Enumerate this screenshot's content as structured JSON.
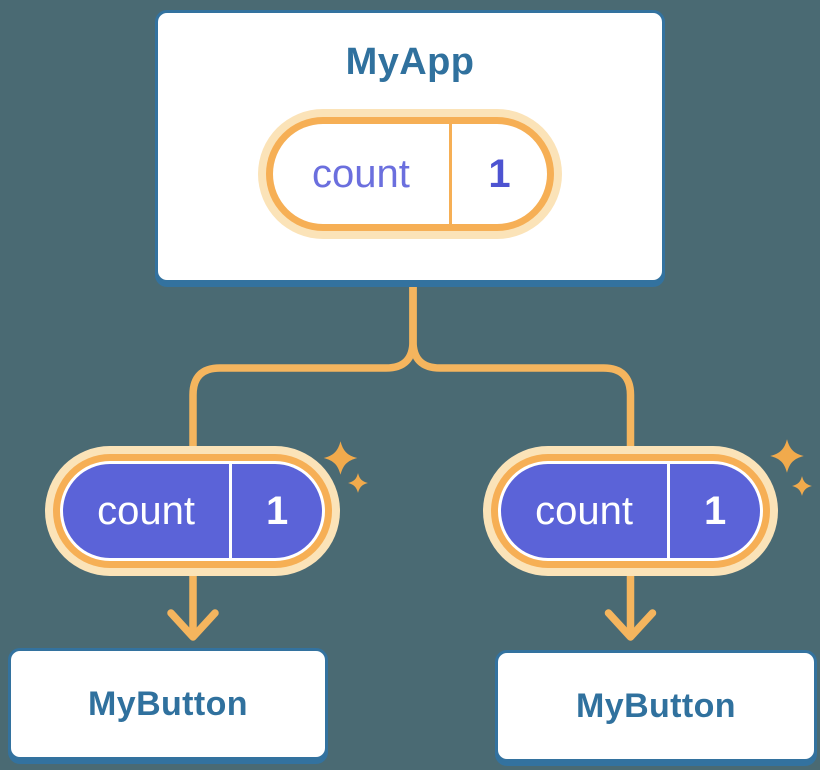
{
  "colors": {
    "background": "#4A6A73",
    "card_fill": "#FFFFFF",
    "card_border_blue": "#33729F",
    "card_text_blue": "#30719E",
    "connector_orange": "#F5B55E",
    "pill_ring_orange": "#F6AF55",
    "pill_halo_cream": "#FBE3B8",
    "sparkle_orange": "#F1AA4C",
    "state_fill_purple": "#5B63D8",
    "state_name_purple": "#6B6FDE",
    "state_value_purple": "#4D53D1",
    "state_text_on_purple": "#FFFFFF"
  },
  "parent_component": {
    "title": "MyApp",
    "state": {
      "name": "count",
      "value": "1"
    }
  },
  "child_components": [
    {
      "title": "MyButton",
      "state": {
        "name": "count",
        "value": "1"
      }
    },
    {
      "title": "MyButton",
      "state": {
        "name": "count",
        "value": "1"
      }
    }
  ],
  "icons": {
    "sparkles": "✦",
    "arrow_down": "↓"
  }
}
